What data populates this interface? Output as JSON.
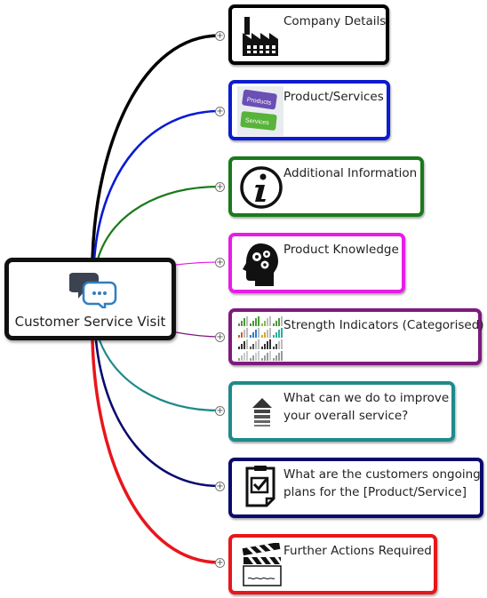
{
  "central": {
    "label": "Customer Service Visit",
    "icon": "speech-bubbles-icon"
  },
  "branches": [
    {
      "id": "company-details",
      "label": "Company Details",
      "color": "#000000",
      "icon": "factory-icon"
    },
    {
      "id": "product-services",
      "label": "Product/Services",
      "color": "#0b1bd1",
      "icon": "products-services-keys-icon"
    },
    {
      "id": "additional-information",
      "label": "Additional Information",
      "color": "#1a7a1a",
      "icon": "information-icon"
    },
    {
      "id": "product-knowledge",
      "label": "Product Knowledge",
      "color": "#e81ce8",
      "icon": "head-gears-icon"
    },
    {
      "id": "strength-indicators",
      "label": "Strength Indicators (Categorised)",
      "color": "#7d1a7d",
      "icon": "signal-bars-grid-icon"
    },
    {
      "id": "improve-service",
      "label_line1": "What can we do to improve",
      "label_line2": "your overall service?",
      "color": "#1f8a8a",
      "icon": "upload-arrow-icon"
    },
    {
      "id": "customer-plans",
      "label_line1": "What are the customers ongoing",
      "label_line2": "plans for the [Product/Service]",
      "color": "#0a0a6e",
      "icon": "clipboard-check-icon"
    },
    {
      "id": "further-actions",
      "label": "Further Actions Required",
      "color": "#e8161b",
      "icon": "clapperboard-icon"
    }
  ]
}
